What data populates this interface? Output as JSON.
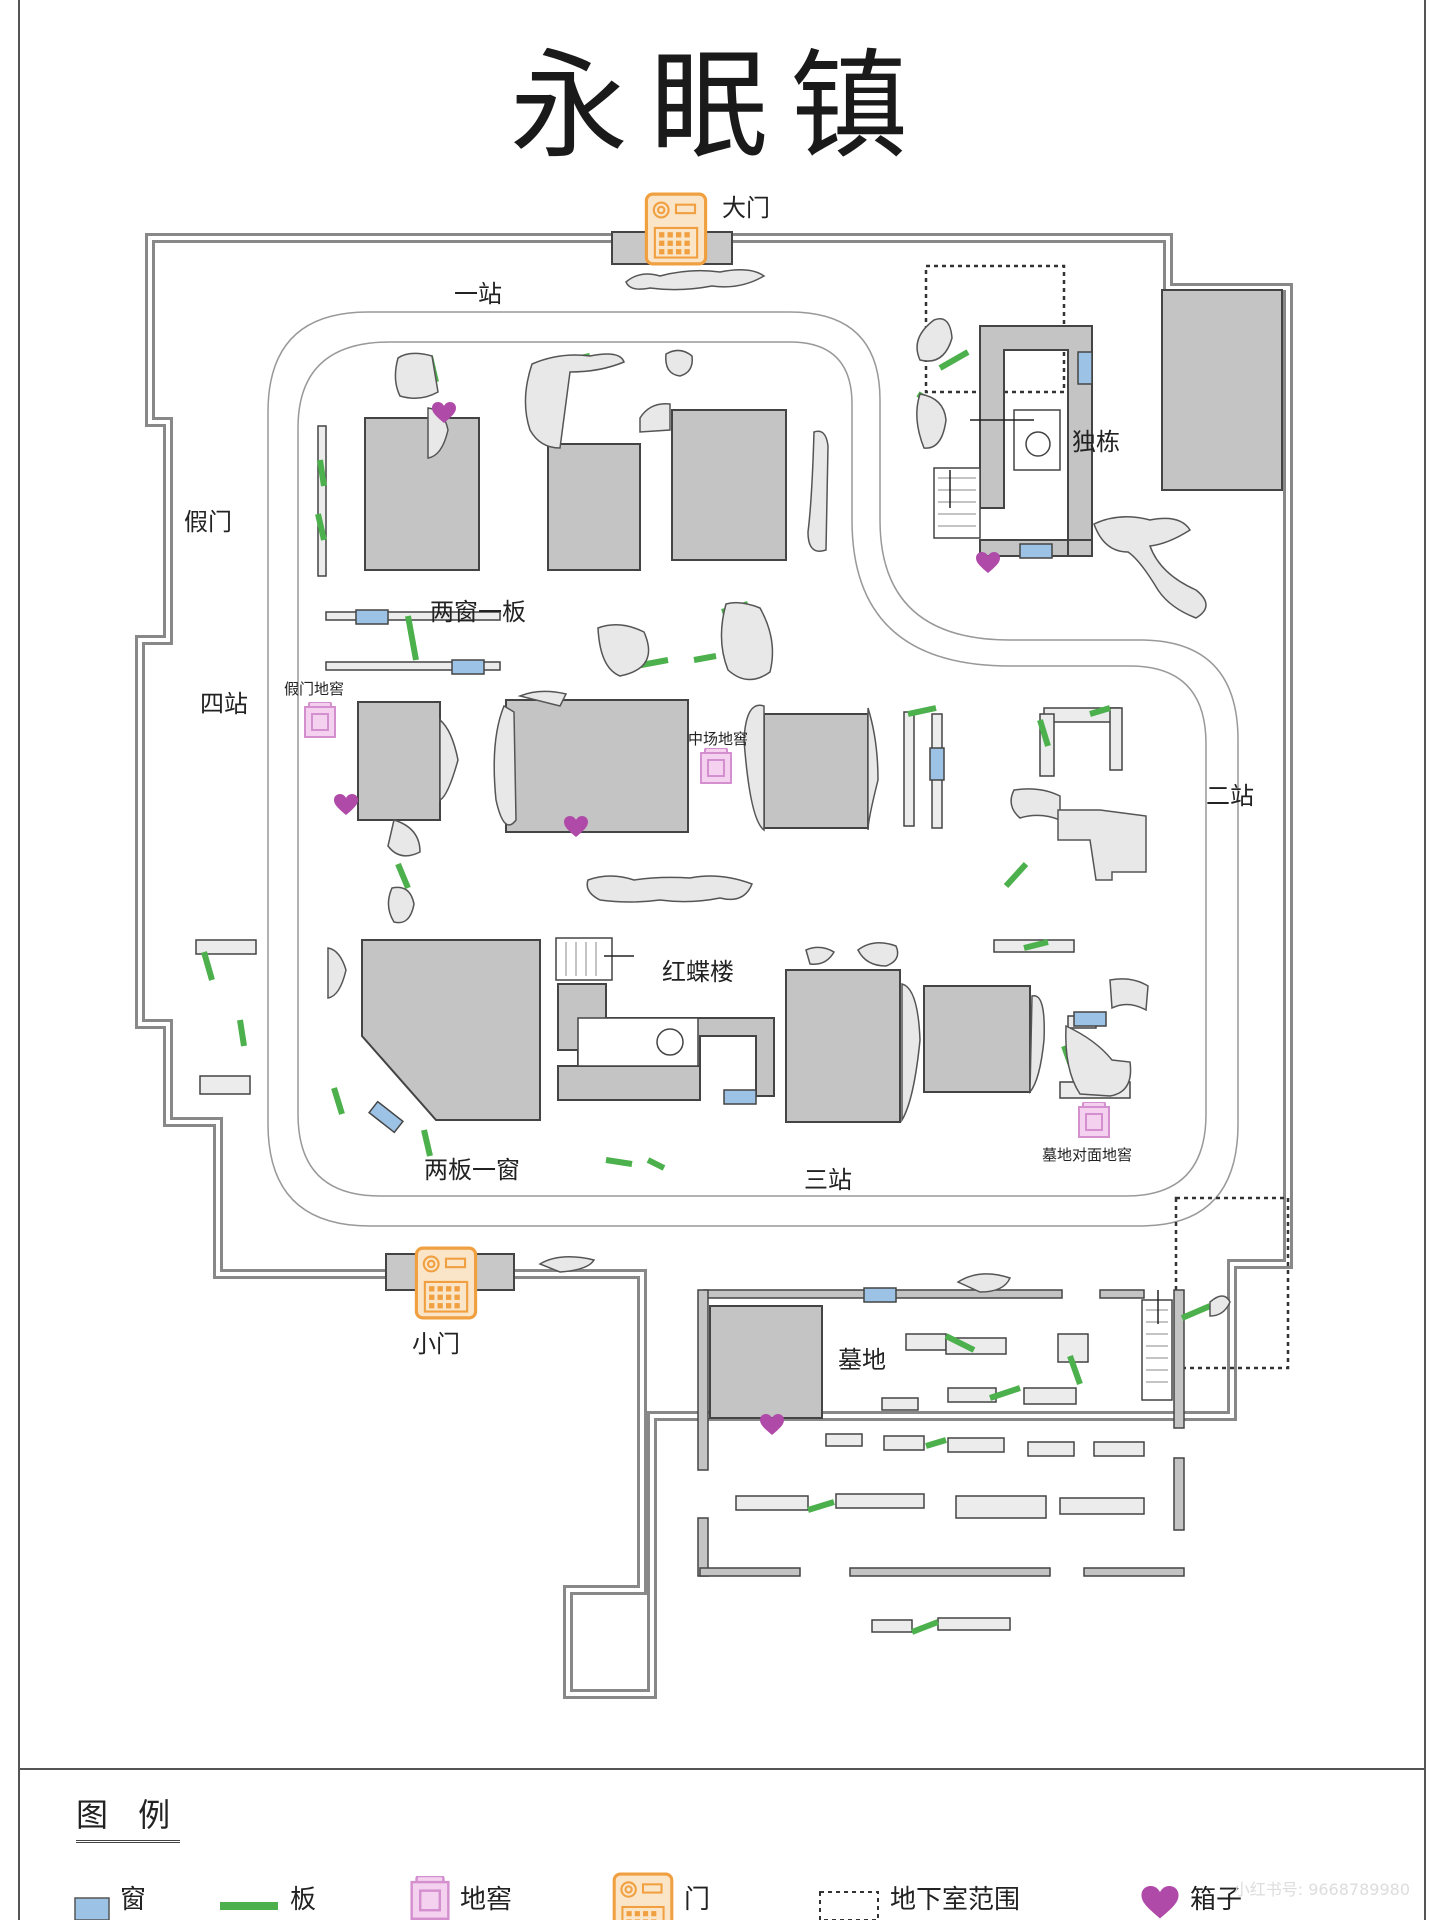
{
  "map": {
    "title": "永眠镇",
    "labels": {
      "gate_main": "大门",
      "gate_small": "小门",
      "station_1": "一站",
      "station_2": "二站",
      "station_3": "三站",
      "station_4": "四站",
      "fake_gate": "假门",
      "solo_building": "独栋",
      "red_butterfly_building": "红蝶楼",
      "two_windows_one_board": "两窗一板",
      "two_boards_one_window": "两板一窗",
      "graveyard": "墓地",
      "cellar_fake_gate": "假门地窖",
      "cellar_center": "中场地窖",
      "cellar_graveyard_opposite": "墓地对面地窖"
    }
  },
  "legend": {
    "title": "图 例",
    "items": [
      {
        "label": "窗",
        "icon": "window-icon",
        "color": "#9cc3e6"
      },
      {
        "label": "板",
        "icon": "board-icon",
        "color": "#4cb04c"
      },
      {
        "label": "地窖",
        "icon": "cellar-icon",
        "color": "#d48fcf"
      },
      {
        "label": "门",
        "icon": "gate-icon",
        "color": "#f0a040"
      },
      {
        "label": "地下室范围",
        "icon": "basement-range-icon",
        "color": "#333333"
      },
      {
        "label": "箱子",
        "icon": "chest-heart-icon",
        "color": "#b04aa8"
      }
    ]
  },
  "watermark": "小红书号: 9668789980"
}
